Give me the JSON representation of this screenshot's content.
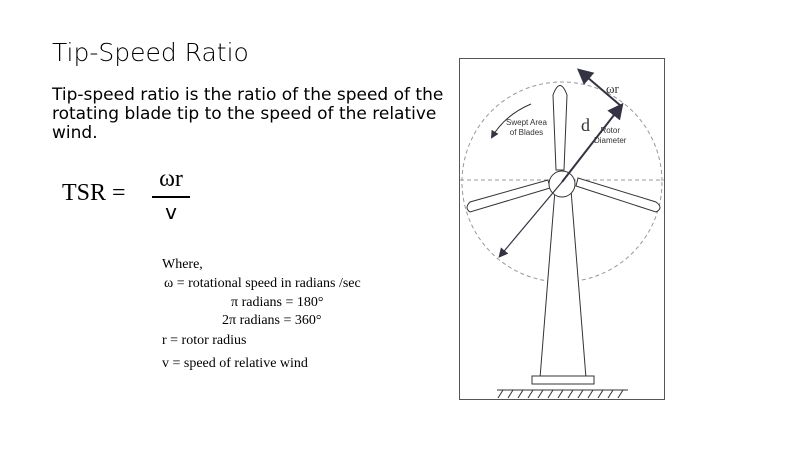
{
  "title": "Tip-Speed Ratio",
  "description": "Tip-speed ratio is the ratio of the speed of the rotating blade tip to the speed of the relative wind.",
  "formula": {
    "lhs": "TSR =",
    "numerator": "ωr",
    "denominator": "v"
  },
  "where": {
    "heading": "Where,",
    "omega": "ω = rotational speed in radians /sec",
    "pi": "π radians = 180°",
    "two_pi": "2π radians = 360°",
    "r": "r = rotor radius",
    "v": "v = speed of relative wind"
  },
  "diagram": {
    "swept": [
      "Swept Area",
      "of Blades"
    ],
    "d": "d",
    "rotor": [
      "Rotor",
      "Diameter"
    ],
    "omega_r": "ωr"
  }
}
